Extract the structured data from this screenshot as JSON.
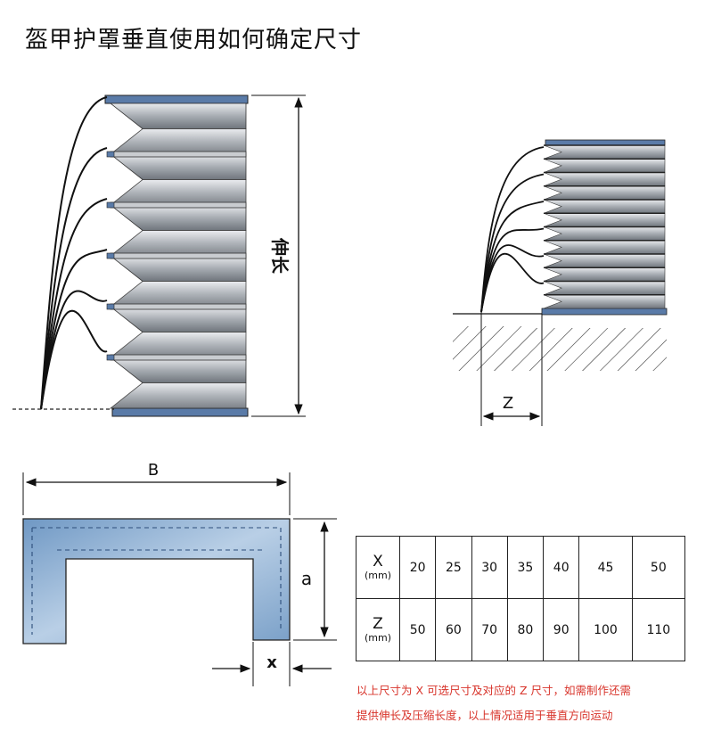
{
  "title": "盔甲护罩垂直使用如何确定尺寸",
  "labels": {
    "extension": "伸长",
    "z": "Z",
    "b": "B",
    "a": "a",
    "x": "x"
  },
  "colors": {
    "plate": "#9aa0a6",
    "rail": "#5a7ba8",
    "cover": "#7fa3c9",
    "notes": "#d8342b"
  },
  "table": {
    "rows": [
      {
        "label": "X",
        "unit": "(mm)",
        "values": [
          "20",
          "25",
          "30",
          "35",
          "40",
          "45",
          "50"
        ]
      },
      {
        "label": "Z",
        "unit": "(mm)",
        "values": [
          "50",
          "60",
          "70",
          "80",
          "90",
          "100",
          "110"
        ]
      }
    ]
  },
  "notes": [
    "以上尺寸为 X 可选尺寸及对应的 Z 尺寸，如需制作还需",
    "提供伸长及压缩长度，以上情况适用于垂直方向运动"
  ]
}
